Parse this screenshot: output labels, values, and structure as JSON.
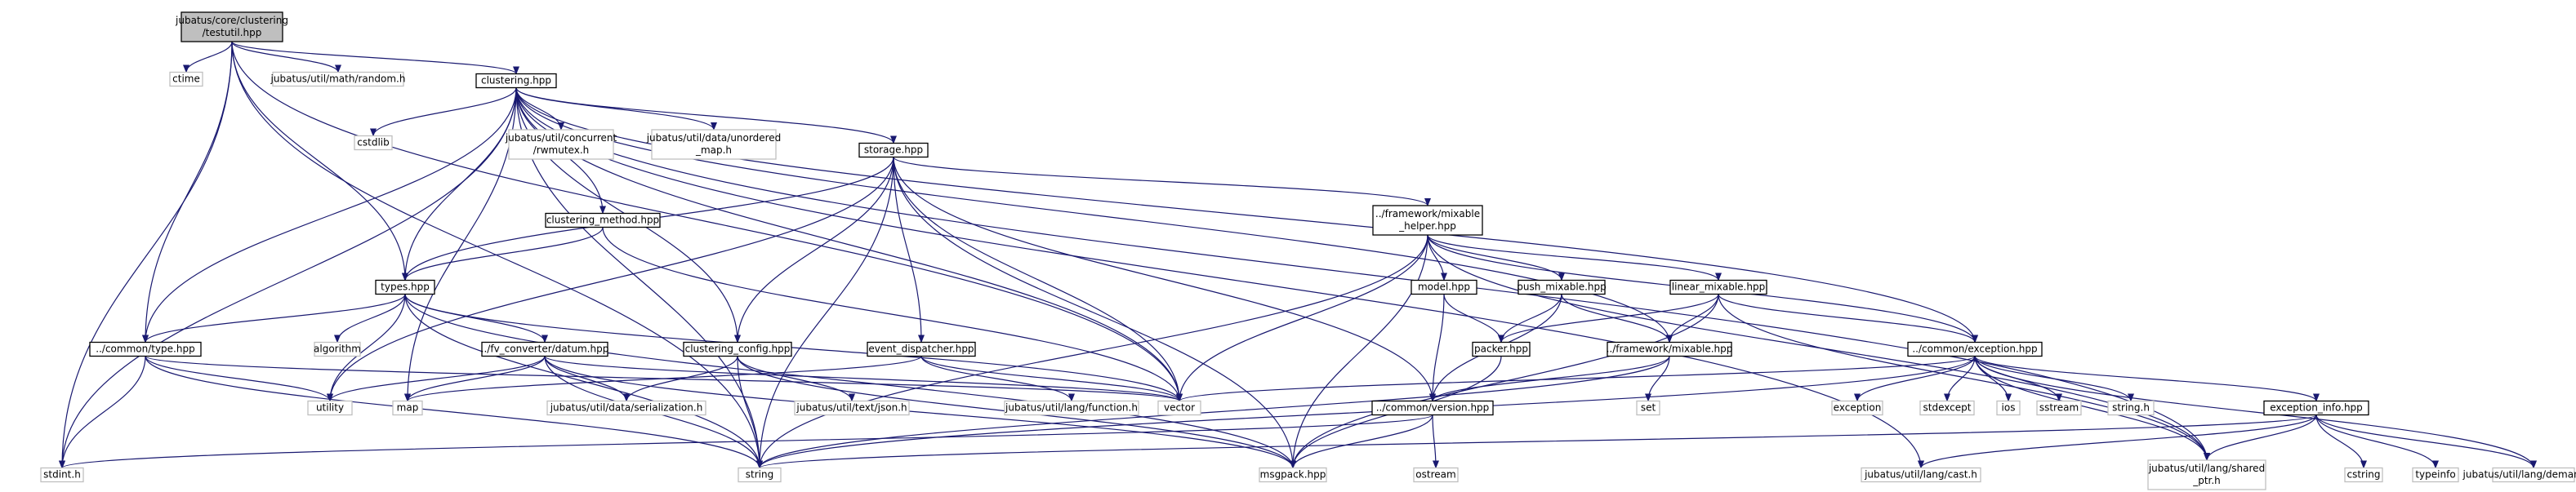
{
  "nodes": [
    {
      "id": "testutil",
      "lines": [
        "jubatus/core/clustering",
        "/testutil.hpp"
      ],
      "kind": "main"
    },
    {
      "id": "ctime",
      "lines": [
        "ctime"
      ],
      "kind": "ext"
    },
    {
      "id": "random",
      "lines": [
        "jubatus/util/math/random.h"
      ],
      "kind": "ext"
    },
    {
      "id": "clustering",
      "lines": [
        "clustering.hpp"
      ],
      "kind": "proj"
    },
    {
      "id": "cstdlib",
      "lines": [
        "cstdlib"
      ],
      "kind": "ext"
    },
    {
      "id": "rwmutex",
      "lines": [
        "jubatus/util/concurrent",
        "/rwmutex.h"
      ],
      "kind": "ext"
    },
    {
      "id": "unordered_map",
      "lines": [
        "jubatus/util/data/unordered",
        "_map.h"
      ],
      "kind": "ext"
    },
    {
      "id": "storage",
      "lines": [
        "storage.hpp"
      ],
      "kind": "proj"
    },
    {
      "id": "clustering_method",
      "lines": [
        "clustering_method.hpp"
      ],
      "kind": "proj"
    },
    {
      "id": "mixable_helper",
      "lines": [
        "../framework/mixable",
        "_helper.hpp"
      ],
      "kind": "proj"
    },
    {
      "id": "types",
      "lines": [
        "types.hpp"
      ],
      "kind": "proj"
    },
    {
      "id": "model",
      "lines": [
        "model.hpp"
      ],
      "kind": "proj"
    },
    {
      "id": "push_mixable",
      "lines": [
        "push_mixable.hpp"
      ],
      "kind": "proj"
    },
    {
      "id": "linear_mixable",
      "lines": [
        "linear_mixable.hpp"
      ],
      "kind": "proj"
    },
    {
      "id": "common_type",
      "lines": [
        "../common/type.hpp"
      ],
      "kind": "proj"
    },
    {
      "id": "algorithm",
      "lines": [
        "algorithm"
      ],
      "kind": "ext"
    },
    {
      "id": "datum",
      "lines": [
        "../fv_converter/datum.hpp"
      ],
      "kind": "proj"
    },
    {
      "id": "clustering_config",
      "lines": [
        "clustering_config.hpp"
      ],
      "kind": "proj"
    },
    {
      "id": "event_dispatcher",
      "lines": [
        "event_dispatcher.hpp"
      ],
      "kind": "proj"
    },
    {
      "id": "packer",
      "lines": [
        "packer.hpp"
      ],
      "kind": "proj"
    },
    {
      "id": "framework_mixable",
      "lines": [
        "../framework/mixable.hpp"
      ],
      "kind": "proj"
    },
    {
      "id": "common_exception",
      "lines": [
        "../common/exception.hpp"
      ],
      "kind": "proj"
    },
    {
      "id": "utility",
      "lines": [
        "utility"
      ],
      "kind": "ext"
    },
    {
      "id": "map",
      "lines": [
        "map"
      ],
      "kind": "ext"
    },
    {
      "id": "serialization",
      "lines": [
        "jubatus/util/data/serialization.h"
      ],
      "kind": "ext"
    },
    {
      "id": "json",
      "lines": [
        "jubatus/util/text/json.h"
      ],
      "kind": "ext"
    },
    {
      "id": "function",
      "lines": [
        "jubatus/util/lang/function.h"
      ],
      "kind": "ext"
    },
    {
      "id": "vector",
      "lines": [
        "vector"
      ],
      "kind": "ext"
    },
    {
      "id": "version",
      "lines": [
        "../common/version.hpp"
      ],
      "kind": "proj"
    },
    {
      "id": "set",
      "lines": [
        "set"
      ],
      "kind": "ext"
    },
    {
      "id": "exception",
      "lines": [
        "exception"
      ],
      "kind": "ext"
    },
    {
      "id": "stdexcept",
      "lines": [
        "stdexcept"
      ],
      "kind": "ext"
    },
    {
      "id": "ios",
      "lines": [
        "ios"
      ],
      "kind": "ext"
    },
    {
      "id": "sstream",
      "lines": [
        "sstream"
      ],
      "kind": "ext"
    },
    {
      "id": "string_h",
      "lines": [
        "string.h"
      ],
      "kind": "ext"
    },
    {
      "id": "exception_info",
      "lines": [
        "exception_info.hpp"
      ],
      "kind": "proj"
    },
    {
      "id": "stdint",
      "lines": [
        "stdint.h"
      ],
      "kind": "ext"
    },
    {
      "id": "string",
      "lines": [
        "string"
      ],
      "kind": "ext"
    },
    {
      "id": "msgpack",
      "lines": [
        "msgpack.hpp"
      ],
      "kind": "ext"
    },
    {
      "id": "ostream",
      "lines": [
        "ostream"
      ],
      "kind": "ext"
    },
    {
      "id": "cast",
      "lines": [
        "jubatus/util/lang/cast.h"
      ],
      "kind": "ext"
    },
    {
      "id": "shared_ptr",
      "lines": [
        "jubatus/util/lang/shared",
        "_ptr.h"
      ],
      "kind": "ext"
    },
    {
      "id": "cstring",
      "lines": [
        "cstring"
      ],
      "kind": "ext"
    },
    {
      "id": "typeinfo",
      "lines": [
        "typeinfo"
      ],
      "kind": "ext"
    },
    {
      "id": "demangle",
      "lines": [
        "jubatus/util/lang/demangle.h"
      ],
      "kind": "ext"
    }
  ],
  "edges": [
    [
      "testutil",
      "ctime"
    ],
    [
      "testutil",
      "random"
    ],
    [
      "testutil",
      "clustering"
    ],
    [
      "testutil",
      "types"
    ],
    [
      "testutil",
      "common_type"
    ],
    [
      "testutil",
      "vector"
    ],
    [
      "testutil",
      "string"
    ],
    [
      "testutil",
      "stdint"
    ],
    [
      "clustering",
      "cstdlib"
    ],
    [
      "clustering",
      "rwmutex"
    ],
    [
      "clustering",
      "unordered_map"
    ],
    [
      "clustering",
      "storage"
    ],
    [
      "clustering",
      "clustering_method"
    ],
    [
      "clustering",
      "types"
    ],
    [
      "clustering",
      "common_type"
    ],
    [
      "clustering",
      "clustering_config"
    ],
    [
      "clustering",
      "framework_mixable"
    ],
    [
      "clustering",
      "common_exception"
    ],
    [
      "clustering",
      "map"
    ],
    [
      "clustering",
      "vector"
    ],
    [
      "clustering",
      "string"
    ],
    [
      "clustering",
      "stdint"
    ],
    [
      "clustering",
      "cast"
    ],
    [
      "clustering",
      "shared_ptr"
    ],
    [
      "storage",
      "types"
    ],
    [
      "storage",
      "clustering_config"
    ],
    [
      "storage",
      "event_dispatcher"
    ],
    [
      "storage",
      "mixable_helper"
    ],
    [
      "storage",
      "version"
    ],
    [
      "storage",
      "utility"
    ],
    [
      "storage",
      "vector"
    ],
    [
      "storage",
      "string"
    ],
    [
      "storage",
      "msgpack"
    ],
    [
      "clustering_method",
      "types"
    ],
    [
      "clustering_method",
      "vector"
    ],
    [
      "mixable_helper",
      "model"
    ],
    [
      "mixable_helper",
      "push_mixable"
    ],
    [
      "mixable_helper",
      "linear_mixable"
    ],
    [
      "mixable_helper",
      "common_exception"
    ],
    [
      "mixable_helper",
      "vector"
    ],
    [
      "mixable_helper",
      "string"
    ],
    [
      "mixable_helper",
      "msgpack"
    ],
    [
      "mixable_helper",
      "shared_ptr"
    ],
    [
      "types",
      "common_type"
    ],
    [
      "types",
      "algorithm"
    ],
    [
      "types",
      "datum"
    ],
    [
      "types",
      "utility"
    ],
    [
      "types",
      "vector"
    ],
    [
      "types",
      "string"
    ],
    [
      "types",
      "msgpack"
    ],
    [
      "model",
      "packer"
    ],
    [
      "model",
      "version"
    ],
    [
      "push_mixable",
      "packer"
    ],
    [
      "push_mixable",
      "framework_mixable"
    ],
    [
      "push_mixable",
      "version"
    ],
    [
      "linear_mixable",
      "packer"
    ],
    [
      "linear_mixable",
      "framework_mixable"
    ],
    [
      "linear_mixable",
      "common_exception"
    ],
    [
      "linear_mixable",
      "msgpack"
    ],
    [
      "linear_mixable",
      "shared_ptr"
    ],
    [
      "common_type",
      "utility"
    ],
    [
      "common_type",
      "vector"
    ],
    [
      "common_type",
      "string"
    ],
    [
      "common_type",
      "stdint"
    ],
    [
      "datum",
      "utility"
    ],
    [
      "datum",
      "map"
    ],
    [
      "datum",
      "serialization"
    ],
    [
      "datum",
      "vector"
    ],
    [
      "datum",
      "string"
    ],
    [
      "datum",
      "msgpack"
    ],
    [
      "clustering_config",
      "serialization"
    ],
    [
      "clustering_config",
      "json"
    ],
    [
      "clustering_config",
      "string"
    ],
    [
      "clustering_config",
      "msgpack"
    ],
    [
      "event_dispatcher",
      "function"
    ],
    [
      "event_dispatcher",
      "map"
    ],
    [
      "event_dispatcher",
      "vector"
    ],
    [
      "packer",
      "msgpack"
    ],
    [
      "framework_mixable",
      "version"
    ],
    [
      "framework_mixable",
      "set"
    ],
    [
      "framework_mixable",
      "string"
    ],
    [
      "common_exception",
      "exception"
    ],
    [
      "common_exception",
      "stdexcept"
    ],
    [
      "common_exception",
      "ios"
    ],
    [
      "common_exception",
      "sstream"
    ],
    [
      "common_exception",
      "string_h"
    ],
    [
      "common_exception",
      "exception_info"
    ],
    [
      "common_exception",
      "vector"
    ],
    [
      "common_exception",
      "string"
    ],
    [
      "common_exception",
      "shared_ptr"
    ],
    [
      "common_exception",
      "demangle"
    ],
    [
      "version",
      "msgpack"
    ],
    [
      "version",
      "ostream"
    ],
    [
      "version",
      "stdint"
    ],
    [
      "exception_info",
      "cast"
    ],
    [
      "exception_info",
      "shared_ptr"
    ],
    [
      "exception_info",
      "cstring"
    ],
    [
      "exception_info",
      "typeinfo"
    ],
    [
      "exception_info",
      "demangle"
    ],
    [
      "exception_info",
      "string"
    ]
  ]
}
